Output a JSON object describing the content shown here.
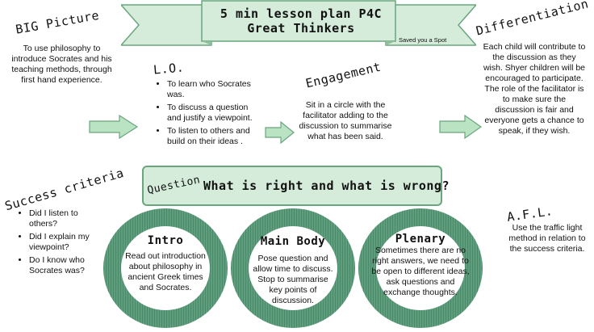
{
  "title_line1": "5 min lesson plan P4C",
  "title_line2": "Great Thinkers",
  "saved": "Saved you a Spot",
  "big_picture": {
    "heading": "BIG Picture",
    "text": "To use philosophy to introduce Socrates and his teaching methods, through first hand experience."
  },
  "lo": {
    "heading": "L.O.",
    "items": [
      "To learn who Socrates was.",
      "To discuss a question and justify a viewpoint.",
      "To listen to others and build on their ideas ."
    ]
  },
  "engagement": {
    "heading": "Engagement",
    "text": "Sit in a circle with the facilitator adding to the discussion to summarise what has been said."
  },
  "differentiation": {
    "heading": "Differentiation",
    "text": "Each child will contribute to the discussion as they wish. Shyer children will be encouraged to participate. The role of the facilitator is to make sure the discussion is fair and everyone gets a chance to speak, if they wish."
  },
  "success": {
    "heading": "Success criteria",
    "items": [
      "Did I listen to others?",
      "Did I explain my viewpoint?",
      "Do I know who Socrates was?"
    ]
  },
  "question": {
    "label": "Question",
    "text": "What is right and what is wrong?"
  },
  "afl": {
    "heading": "A.F.L.",
    "text": "Use the traffic light method in relation to the success criteria."
  },
  "intro": {
    "heading": "Intro",
    "text": "Read out introduction about philosophy in ancient Greek times and Socrates."
  },
  "main_body": {
    "heading": "Main Body",
    "text": "Pose question and allow time to discuss. Stop to summarise key points of discussion."
  },
  "plenary": {
    "heading": "Plenary",
    "text": "Sometimes there are no right answers, we need to be open to different ideas, ask questions and exchange thoughts."
  },
  "colors": {
    "banner_fill": "#d4ecd9",
    "banner_stroke": "#6aa57e",
    "arrow_fill": "#b9e3c2",
    "ring": "#5f9e7c"
  }
}
